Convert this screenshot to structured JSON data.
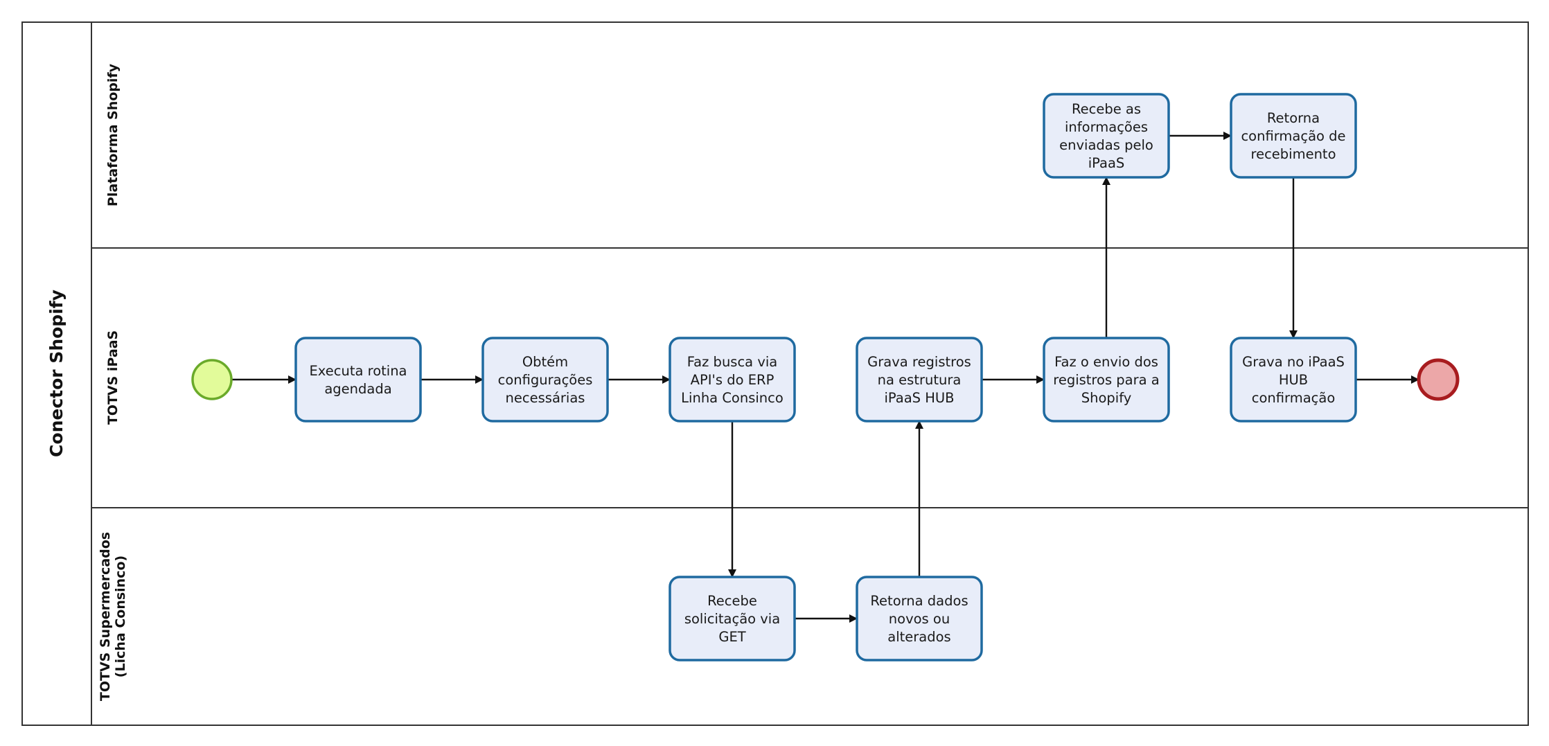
{
  "pool": {
    "title": "Conector Shopify"
  },
  "lanes": [
    {
      "id": "shopify",
      "label_lines": [
        "Plataforma Shopify"
      ]
    },
    {
      "id": "ipaas",
      "label_lines": [
        "TOTVS iPaaS"
      ]
    },
    {
      "id": "supermercados",
      "label_lines": [
        "TOTVS Supermercados",
        "(Licha Consinco)"
      ]
    }
  ],
  "tasks": [
    {
      "id": "executa",
      "lines": [
        "Executa rotina",
        "agendada"
      ]
    },
    {
      "id": "obtem",
      "lines": [
        "Obtém",
        "configurações",
        "necessárias"
      ]
    },
    {
      "id": "busca",
      "lines": [
        "Faz busca via",
        "API's do ERP",
        "Linha Consinco"
      ]
    },
    {
      "id": "grava_registros",
      "lines": [
        "Grava registros",
        "na estrutura",
        "iPaaS HUB"
      ]
    },
    {
      "id": "envio",
      "lines": [
        "Faz o envio dos",
        "registros para a",
        "Shopify"
      ]
    },
    {
      "id": "grava_hub",
      "lines": [
        "Grava no iPaaS",
        "HUB",
        "confirmação"
      ]
    },
    {
      "id": "recebe_info",
      "lines": [
        "Recebe as",
        "informações",
        "enviadas pelo",
        "iPaaS"
      ]
    },
    {
      "id": "retorna_conf",
      "lines": [
        "Retorna",
        "confirmação de",
        "recebimento"
      ]
    },
    {
      "id": "recebe_get",
      "lines": [
        "Recebe",
        "solicitação via",
        "GET"
      ]
    },
    {
      "id": "retorna_dados",
      "lines": [
        "Retorna dados",
        "novos ou",
        "alterados"
      ]
    }
  ],
  "events": [
    {
      "id": "start",
      "type": "start",
      "color": "#e2fb9a",
      "stroke": "#6aaa2a"
    },
    {
      "id": "end",
      "type": "end",
      "color": "#eca7a8",
      "stroke": "#a81c1f"
    }
  ],
  "flows": [
    {
      "from": "start",
      "to": "executa"
    },
    {
      "from": "executa",
      "to": "obtem"
    },
    {
      "from": "obtem",
      "to": "busca"
    },
    {
      "from": "busca",
      "to": "recebe_get"
    },
    {
      "from": "recebe_get",
      "to": "retorna_dados"
    },
    {
      "from": "retorna_dados",
      "to": "grava_registros"
    },
    {
      "from": "grava_registros",
      "to": "envio"
    },
    {
      "from": "envio",
      "to": "recebe_info"
    },
    {
      "from": "recebe_info",
      "to": "retorna_conf"
    },
    {
      "from": "retorna_conf",
      "to": "grava_hub"
    },
    {
      "from": "grava_hub",
      "to": "end"
    }
  ]
}
